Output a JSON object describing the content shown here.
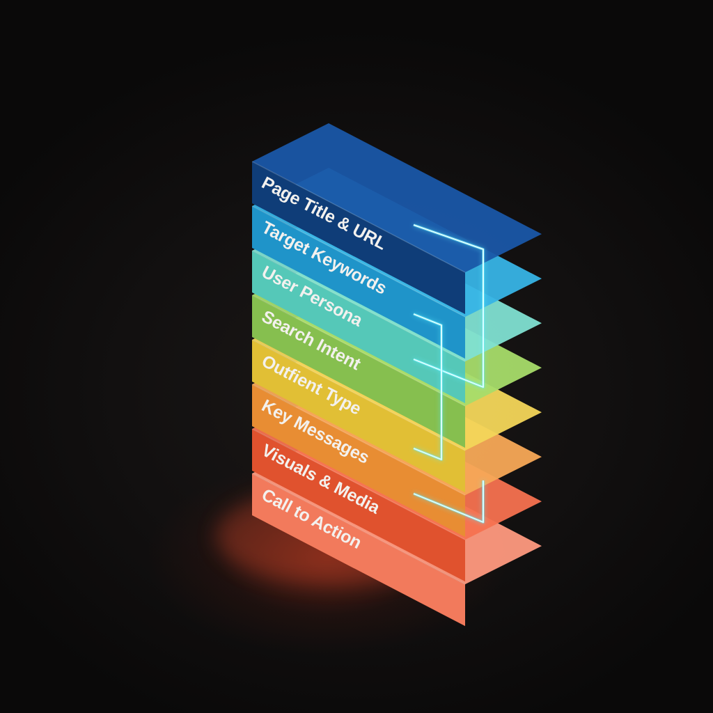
{
  "diagram": {
    "layers": [
      {
        "label": "Page Title & URL",
        "color": "#0f3d78",
        "side": "#0c3162",
        "glow": "#1a57a8"
      },
      {
        "label": "Target Keywords",
        "color": "#1f94c9",
        "side": "#1a7fad",
        "glow": "#37b4e6"
      },
      {
        "label": "User Persona",
        "color": "#55c8b8",
        "side": "#46ad9f",
        "glow": "#7fe0d2"
      },
      {
        "label": "Search Intent",
        "color": "#86bf4f",
        "side": "#72a643",
        "glow": "#a6dc6a"
      },
      {
        "label": "Outfient Type",
        "color": "#e1bf35",
        "side": "#c9a82b",
        "glow": "#f3d65a"
      },
      {
        "label": "Key Messages",
        "color": "#e88d33",
        "side": "#d07a28",
        "glow": "#f7a957"
      },
      {
        "label": "Visuals & Media",
        "color": "#e0522e",
        "side": "#c74426",
        "glow": "#f57250"
      },
      {
        "label": "Call to Action",
        "color": "#f27a5c",
        "side": "#e0654a",
        "glow": "#ff9a7f"
      }
    ],
    "connector_color": "#5ff0ff"
  }
}
